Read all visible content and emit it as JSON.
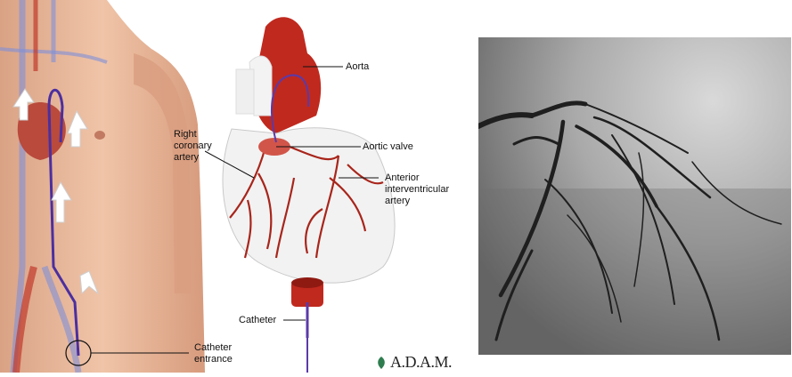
{
  "labels": {
    "aorta": "Aorta",
    "right_coronary": [
      "Right",
      "coronary",
      "artery"
    ],
    "aortic_valve": "Aortic valve",
    "anterior_iv": [
      "Anterior",
      "interventricular",
      "artery"
    ],
    "catheter": "Catheter",
    "catheter_entrance": [
      "Catheter",
      "entrance"
    ]
  },
  "logo": {
    "text": "A.D.A.M."
  },
  "colors": {
    "skin": "#e8b79a",
    "artery_red": "#b8241c",
    "heart_body": "#f2f2f2",
    "catheter_purple": "#5b3aa8",
    "xray_bg": "#8e8e8e"
  }
}
